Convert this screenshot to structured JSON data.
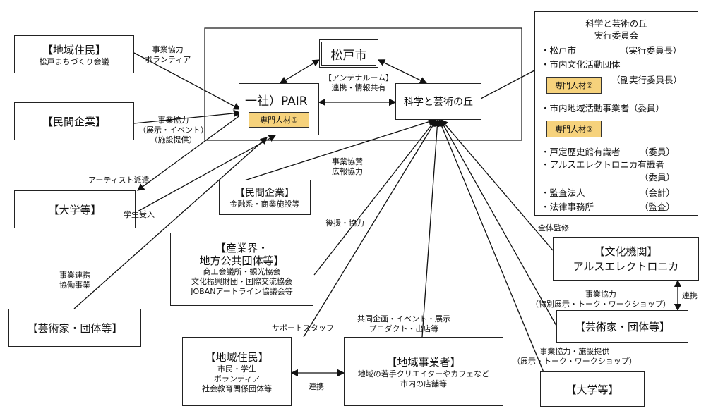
{
  "core": {
    "matsudo": "松戸市",
    "pair": "一社）PAIR",
    "pair_tag": "専門人材①",
    "hill": "科学と芸術の丘",
    "antenna": "【アンテナルーム】",
    "antenna_sub": "連携・情報共有"
  },
  "committee": {
    "title1": "科学と芸術の丘",
    "title2": "実行委員会",
    "items": [
      {
        "name": "・松戸市",
        "role": "（実行委員長）"
      },
      {
        "name": "・市内文化活動団体",
        "role": ""
      },
      {
        "tag": "専門人材②",
        "role": "（副実行委員長）"
      },
      {
        "name": "・市内地域活動事業者（委員）",
        "role": ""
      },
      {
        "tag": "専門人材③",
        "role": ""
      },
      {
        "name": "・戸定歴史館有識者",
        "role": "（委員）"
      },
      {
        "name": "・アルスエレクトロニカ有識者",
        "role": ""
      },
      {
        "name": "",
        "role": "（委員）"
      },
      {
        "name": "・監査法人",
        "role": "（会計）"
      },
      {
        "name": "・法律事務所",
        "role": "（監査）"
      }
    ]
  },
  "nodes": {
    "residents_top": {
      "title": "【地域住民】",
      "sub": "松戸まちづくり会議"
    },
    "company_left": {
      "title": "【民間企業】"
    },
    "univ_left": {
      "title": "【大学等】"
    },
    "artist_left": {
      "title": "【芸術家・団体等】"
    },
    "company_mid": {
      "title": "【民間企業】",
      "sub": "金融系・商業施設等"
    },
    "industry": {
      "title1": "【産業界・",
      "title2": "地方公共団体等】",
      "sub": [
        "商工会議所・観光協会",
        "文化振興財団・国際交流協会",
        "JOBANアートライン協議会等"
      ]
    },
    "residents_bottom": {
      "title": "【地域住民】",
      "sub": [
        "市民・学生",
        "ボランティア",
        "社会教育関係団体等"
      ]
    },
    "business": {
      "title": "【地域事業者】",
      "sub": [
        "地域の若手クリエイターやカフェなど",
        "市内の店舗等"
      ]
    },
    "ars": {
      "title1": "【文化機関】",
      "title2": "アルスエレクトロニカ"
    },
    "artist_right": {
      "title": "【芸術家・団体等】"
    },
    "univ_right": {
      "title": "【大学等】"
    }
  },
  "labels": {
    "l1": [
      "事業協力",
      "ボランティア"
    ],
    "l2": [
      "事業協力",
      "（展示・イベント）",
      "（施設提供）"
    ],
    "l3": "アーティスト派遣",
    "l4": "学生受入",
    "l5": [
      "事業協賛",
      "広報協力"
    ],
    "l6": "後援・協力",
    "l7": [
      "事業連携",
      "協働事業"
    ],
    "l8": "サポートスタッフ",
    "l9": [
      "共同企画・イベント・展示",
      "プロダクト・出店等"
    ],
    "l10": "連携",
    "l11": "全体監修",
    "l12": [
      "事業協力",
      "（特別展示・トーク・ワークショップ）"
    ],
    "l13": "連携",
    "l14": [
      "事業協力・施設提供",
      "（展示・トーク・ワークショップ）"
    ]
  }
}
